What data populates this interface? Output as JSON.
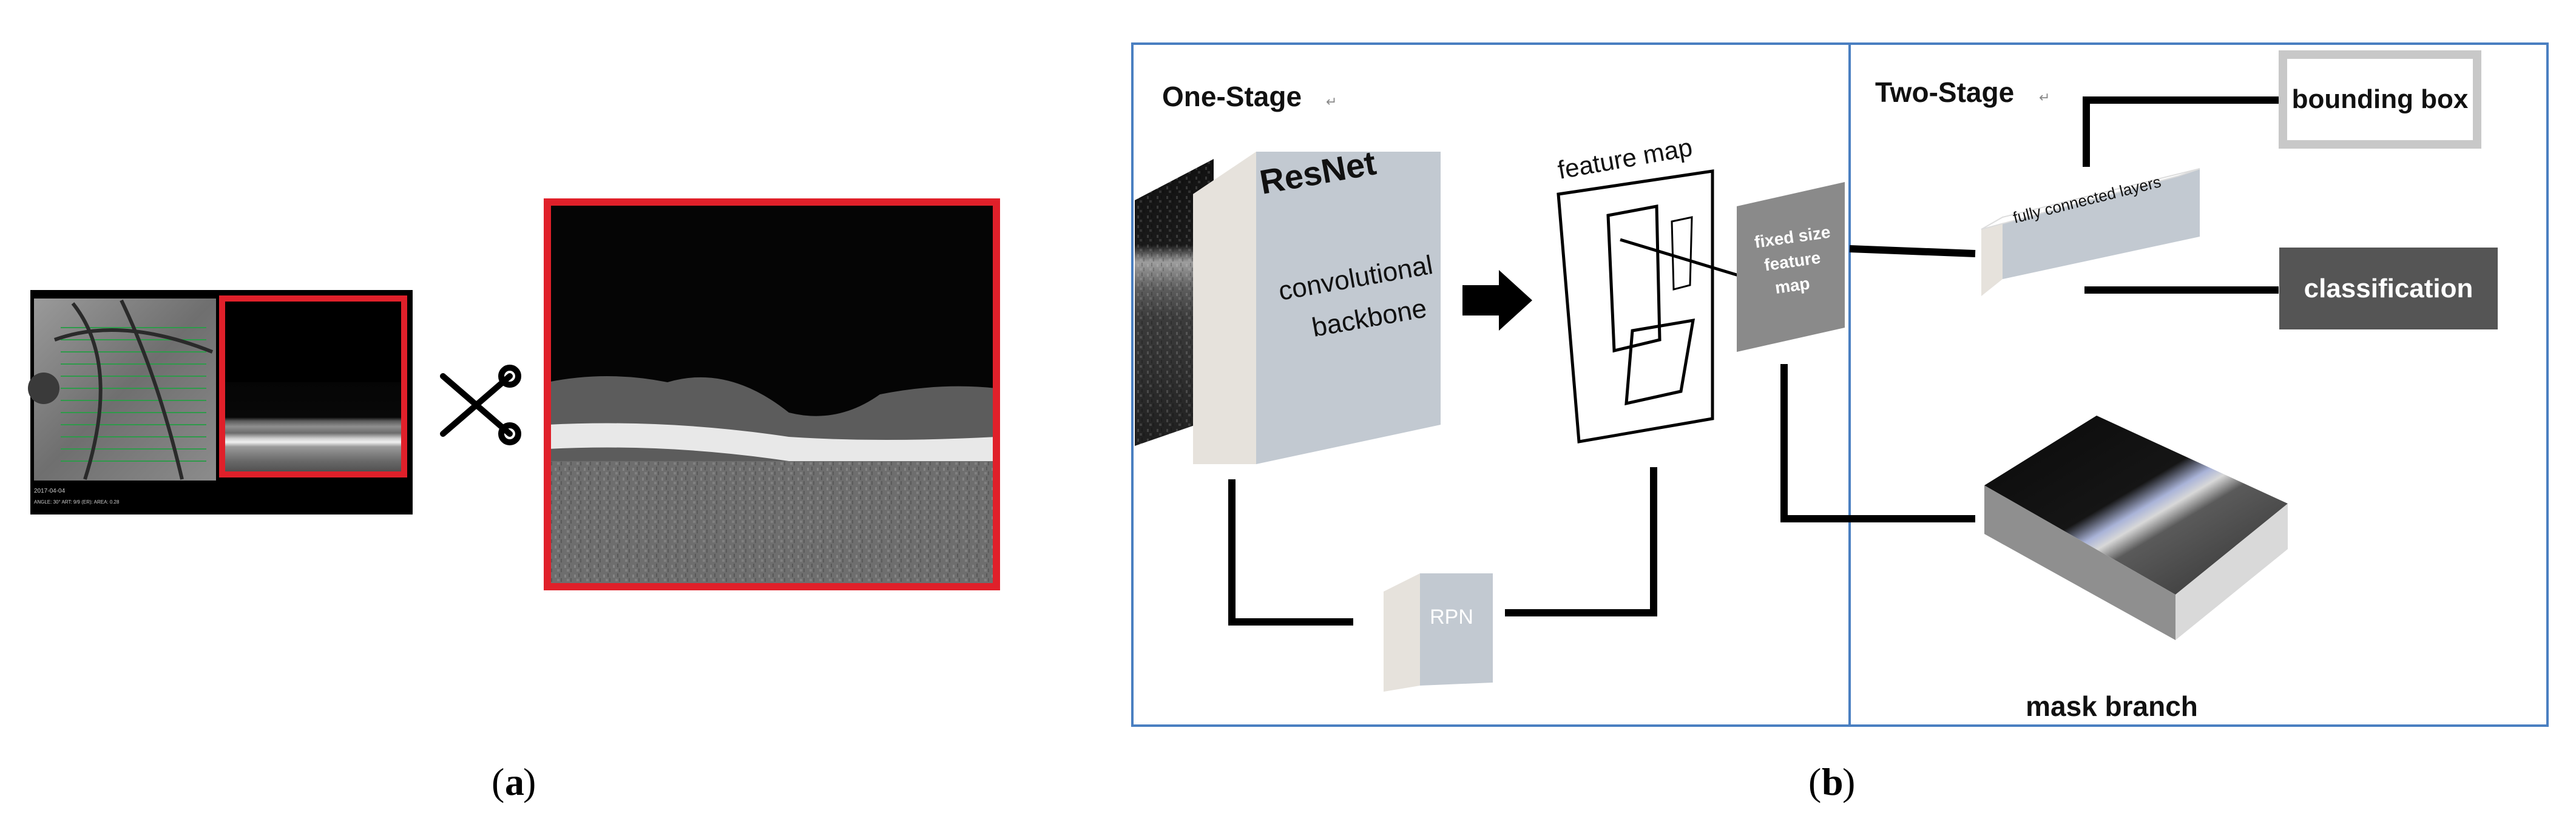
{
  "panel_a": {
    "caption_open": "(",
    "caption_letter": "a",
    "caption_close": ")",
    "screen_text_1": "2017-04-04",
    "screen_text_2": "ANGLE: 30° ART: 9/9 (ER): AREA: 0.28",
    "tool": "scissors-icon"
  },
  "panel_b": {
    "caption_open": "(",
    "caption_letter": "b",
    "caption_close": ")",
    "one_stage_label": "One-Stage",
    "two_stage_label": "Two-Stage",
    "return_mark": "↵",
    "resnet_label": "ResNet",
    "backbone_line1": "convolutional",
    "backbone_line2": "backbone",
    "feature_map_label": "feature map",
    "fixed_line1": "fixed size",
    "fixed_line2": "feature",
    "fixed_line3": "map",
    "fc_label": "fully connected layers",
    "bbox_label": "bounding box",
    "classification_label": "classification",
    "mask_label": "mask branch",
    "rpn_label": "RPN"
  },
  "colors": {
    "frame_blue": "#4a7fc1",
    "crop_red": "#e0202a",
    "block_light": "#e6e2dc",
    "block_face": "#c2c9d1",
    "dark_box": "#555555",
    "fixed_box": "#8a8a8a"
  }
}
